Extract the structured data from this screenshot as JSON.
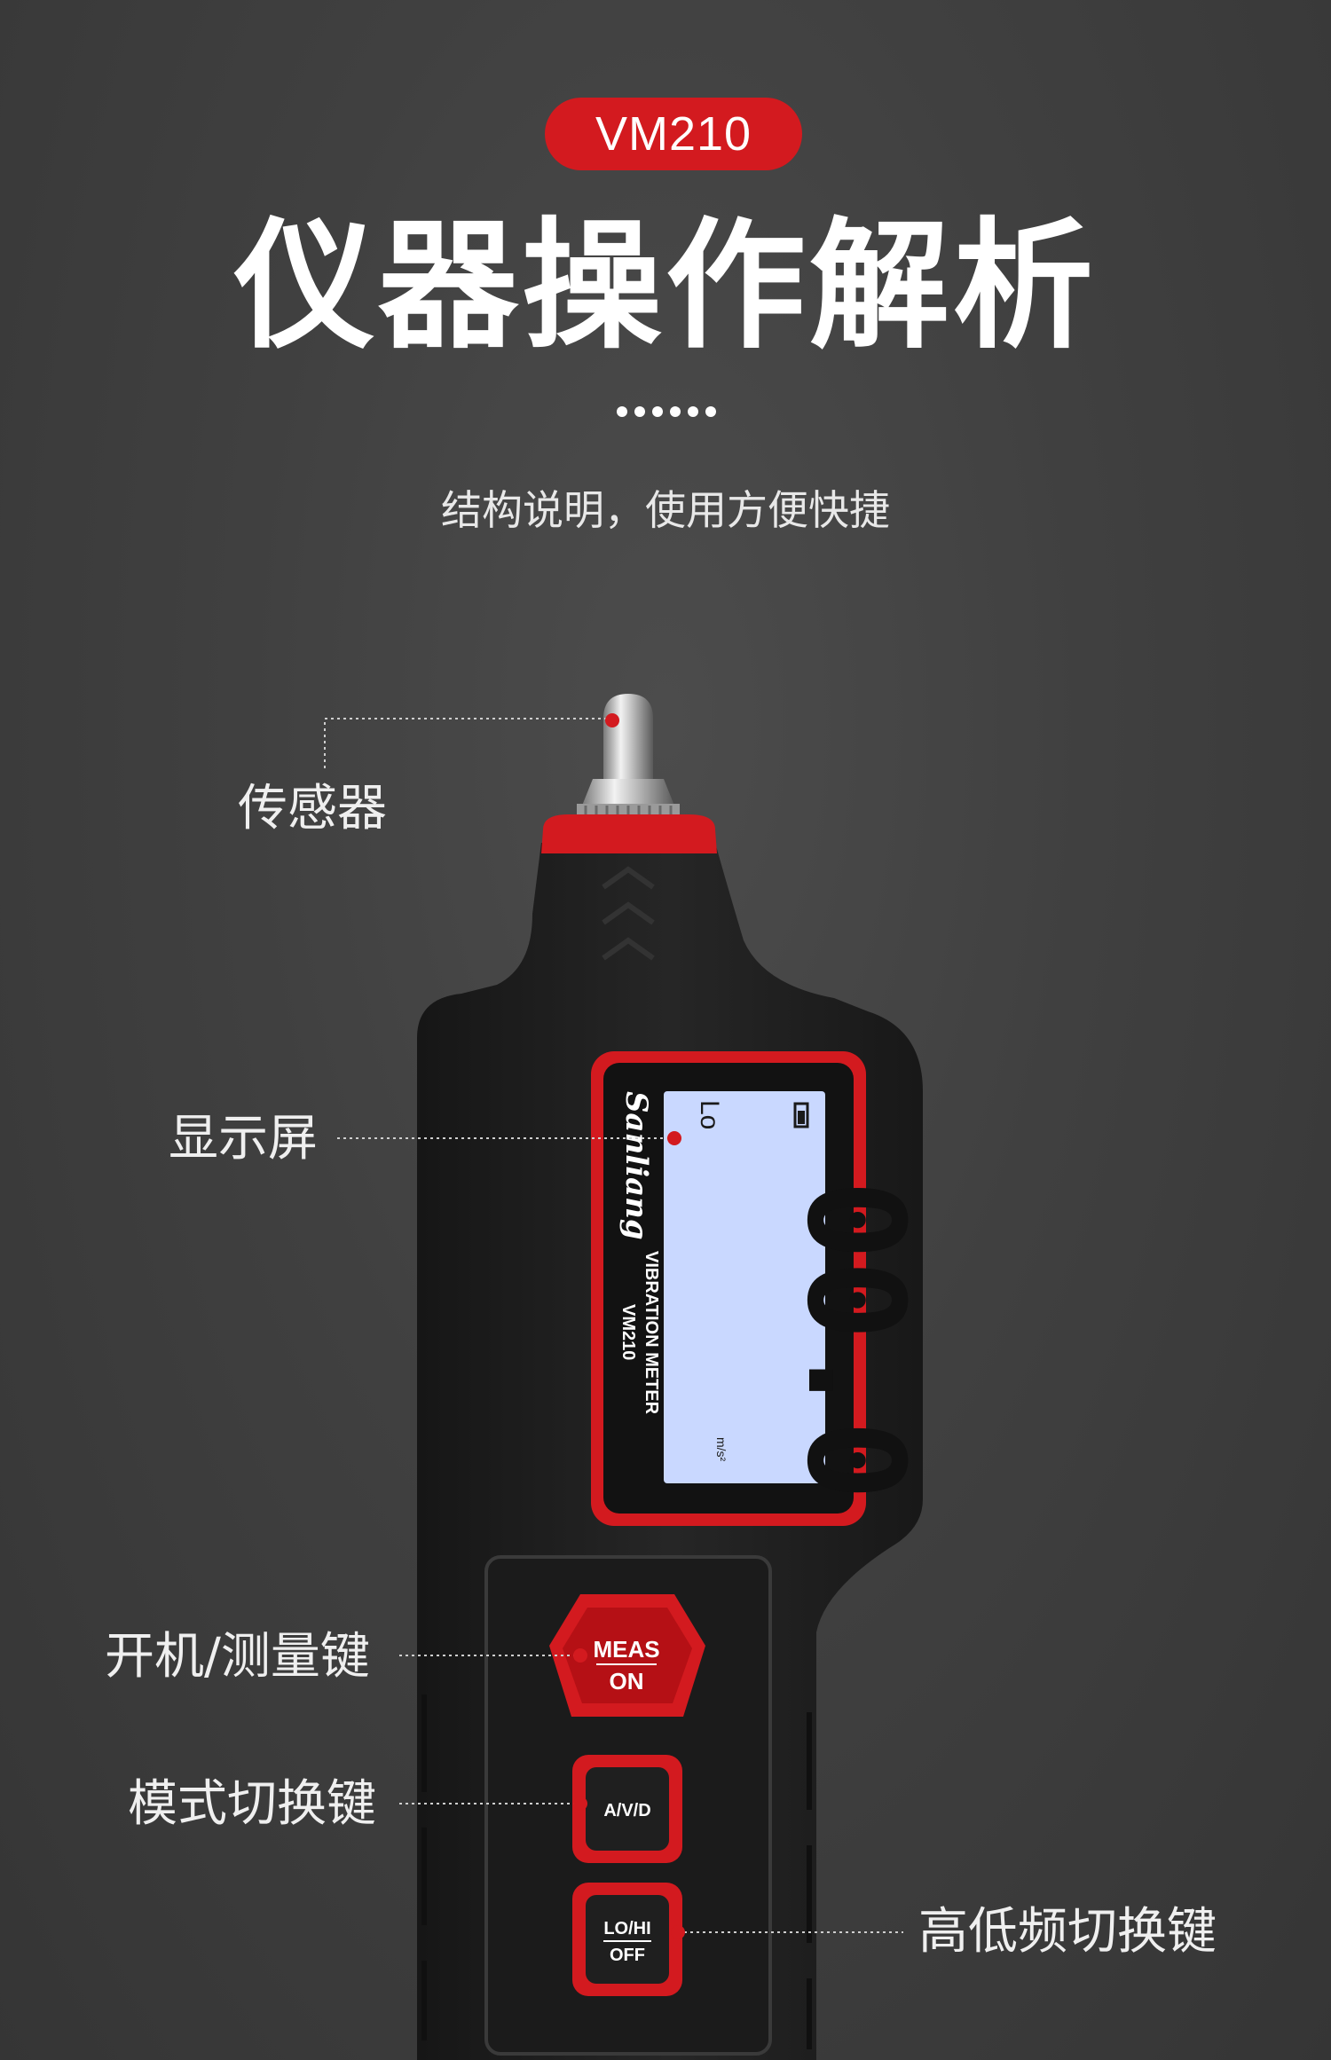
{
  "header": {
    "model_badge": "VM210",
    "title": "仪器操作解析",
    "subtitle": "结构说明，使用方便快捷"
  },
  "callouts": {
    "sensor": "传感器",
    "display": "显示屏",
    "power_measure_key": "开机/测量键",
    "mode_key": "模式切换键",
    "lohi_key": "高低频切换键"
  },
  "device": {
    "brand": "Sanliang",
    "model": "VM210",
    "product_name": "VIBRATION METER",
    "lcd_mode": "Lo",
    "lcd_reading": "00.0",
    "lcd_unit": "m/s²",
    "buttons": {
      "meas_line1": "MEAS",
      "meas_line2": "ON",
      "avd": "A/V/D",
      "lohi_line1": "LO/HI",
      "lohi_line2": "OFF"
    }
  },
  "colors": {
    "accent": "#d31a1f",
    "lcd": "#c9d8ff",
    "body": "#1e1e1e"
  }
}
